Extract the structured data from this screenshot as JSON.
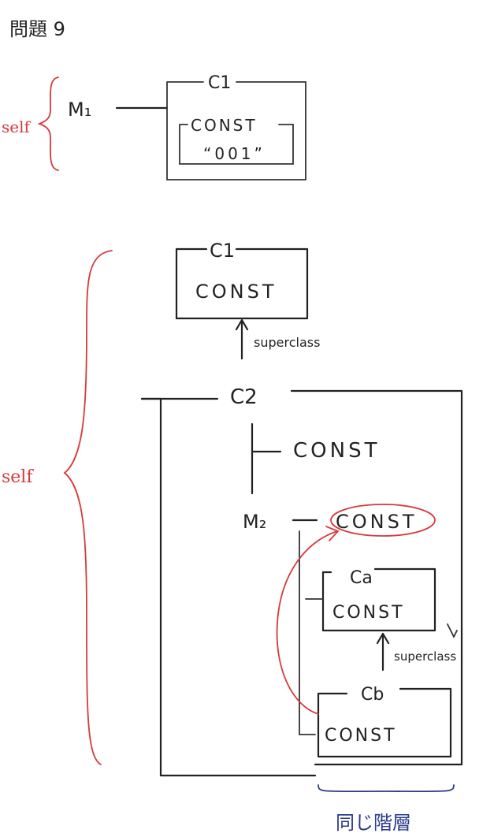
{
  "title": "問題 9",
  "part1": {
    "self_label": "self",
    "method": "M₁",
    "class_name": "C1",
    "const_label": "CONST",
    "const_value": "“001”"
  },
  "part2": {
    "self_label": "self",
    "c1_name": "C1",
    "c1_const": "CONST",
    "superclass_label": "superclass",
    "c2_name": "C2",
    "c2_const": "CONST",
    "method": "M₂",
    "method_const": "CONST",
    "ca_name": "Ca",
    "ca_const": "CONST",
    "superclass_label_2": "superclass",
    "cb_name": "Cb",
    "cb_const": "CONST",
    "same_level_label": "同じ階層"
  },
  "colors": {
    "ink": "#222222",
    "red": "#d63a3a",
    "navy": "#2a3a8a"
  }
}
